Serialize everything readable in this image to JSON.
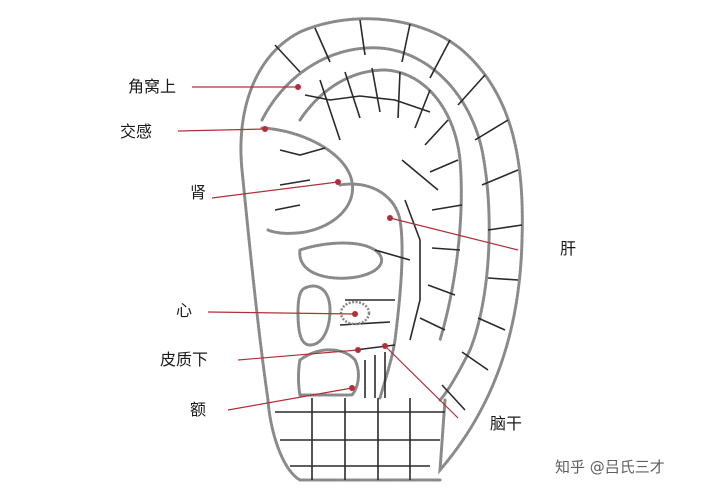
{
  "labels": {
    "jiaowoshang": "角窝上",
    "jiaogan": "交感",
    "shen": "肾",
    "xin": "心",
    "pizhixia": "皮质下",
    "e": "额",
    "gan": "肝",
    "naogan": "脑干"
  },
  "watermark": "知乎 @吕氏三才",
  "colors": {
    "outline": "#8a8a8a",
    "grid": "#2a2a2a",
    "leader": "#b0303a",
    "point": "#b0303a",
    "text": "#1a1a1a"
  }
}
